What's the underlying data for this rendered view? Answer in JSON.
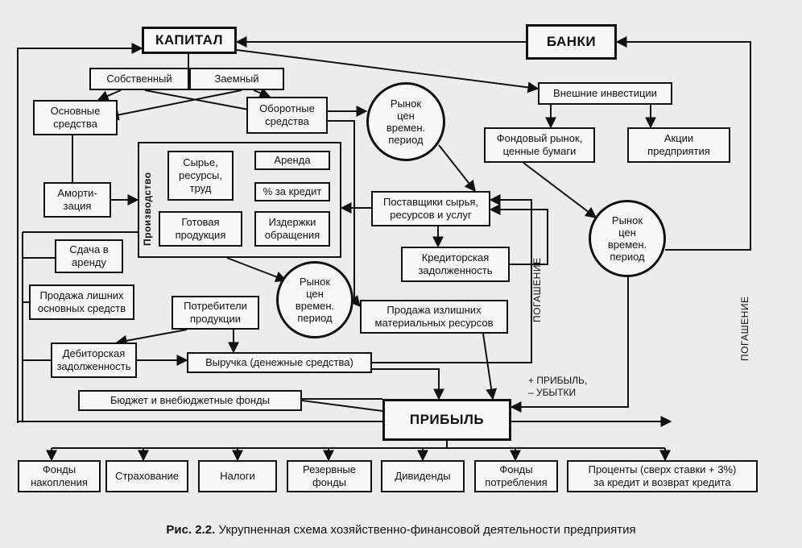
{
  "nodes": {
    "kapital": "КАПИТАЛ",
    "banki": "БАНКИ",
    "sobstvenny": "Собственный",
    "zaemny": "Заемный",
    "osnovnye_sredstva": "Основные\nсредства",
    "oborotnye_sredstva": "Оборотные\nсредства",
    "market_top": "Рынок\nцен\nвремен.\nпериод",
    "vneshnie_investicii": "Внешние инвестиции",
    "fondovy_rynok": "Фондовый рынок,\nценные бумаги",
    "akcii": "Акции\nпредприятия",
    "amortizaciya": "Аморти-\nзация",
    "proizvodstvo": "Производство",
    "syrie": "Сырье,\nресурсы,\nтруд",
    "arenda": "Аренда",
    "procent_kredit": "% за кредит",
    "gotovaya_produkciya": "Готовая\nпродукция",
    "izderzhki": "Издержки\nобращения",
    "postavshiki": "Поставщики сырья,\nресурсов и услуг",
    "market_right": "Рынок\nцен\nвремен.\nпериод",
    "sdacha_arenda": "Сдача в\nаренду",
    "kreditorskaya": "Кредиторская\nзадолженность",
    "prodazha_lishnih": "Продажа лишних\nосновных средств",
    "market_mid": "Рынок\nцен\nвремен.\nпериод",
    "potrebiteli": "Потребители\nпродукции",
    "prodazha_izlishnih": "Продажа излишних\nматериальных ресурсов",
    "debitorskaya": "Дебиторская\nзадолженность",
    "vyruchka": "Выручка (денежные средства)",
    "byudzhet": "Бюджет и внебюджетные фонды",
    "pribyl": "ПРИБЫЛЬ",
    "fondy_nakopleniya": "Фонды\nнакопления",
    "strahovanie": "Страхование",
    "nalogi": "Налоги",
    "rezervnye_fondy": "Резервные\nфонды",
    "dividendy": "Дивиденды",
    "fondy_potrebleniya": "Фонды\nпотребления",
    "procenty": "Проценты (сверх ставки + 3%)\nза кредит и возврат кредита"
  },
  "labels": {
    "pogashenie_1": "ПОГАШЕНИЕ",
    "pogashenie_2": "ПОГАШЕНИЕ",
    "pribyl_ubytki": "+ ПРИБЫЛЬ,\n– УБЫТКИ"
  },
  "caption": {
    "prefix": "Рис. 2.2.",
    "text": "Укрупненная схема хозяйственно-финансовой деятельности предприятия"
  }
}
